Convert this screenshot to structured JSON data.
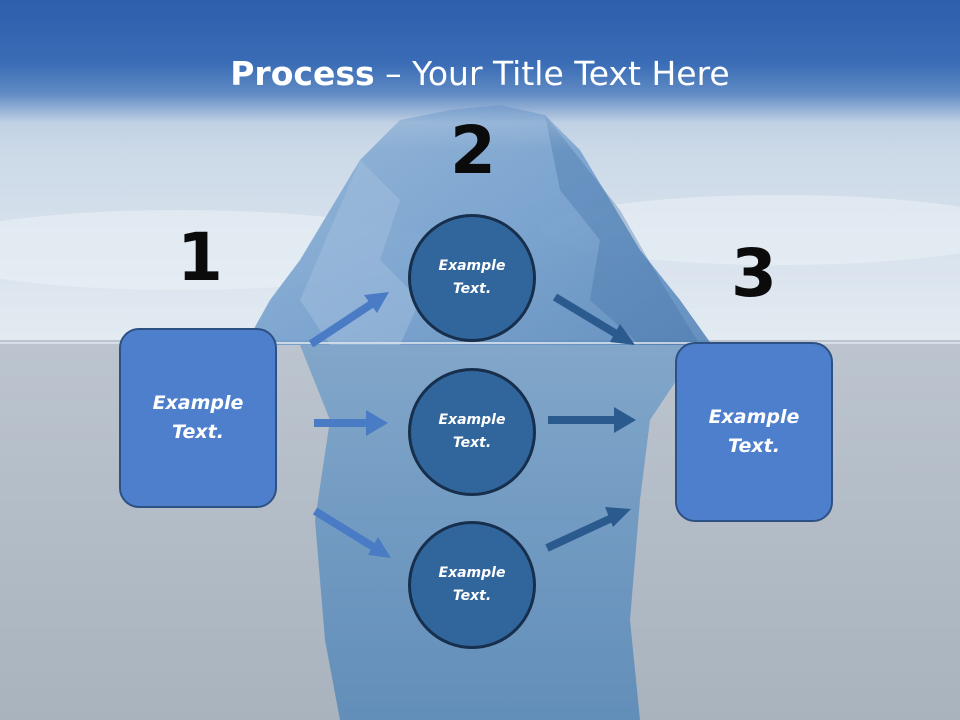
{
  "title": {
    "bold": "Process",
    "rest": " – Your Title Text Here"
  },
  "steps": {
    "one": "1",
    "two": "2",
    "three": "3"
  },
  "left_box": "Example Text.",
  "right_box": "Example Text.",
  "circles": [
    "Example Text.",
    "Example Text.",
    "Example Text."
  ],
  "colors": {
    "title_bar": "#2c5fac",
    "box_fill": "#4e7fcd",
    "circle_fill": "#31669c",
    "arrow_light": "#4a7cc6",
    "arrow_dark": "#2a5a8e"
  }
}
